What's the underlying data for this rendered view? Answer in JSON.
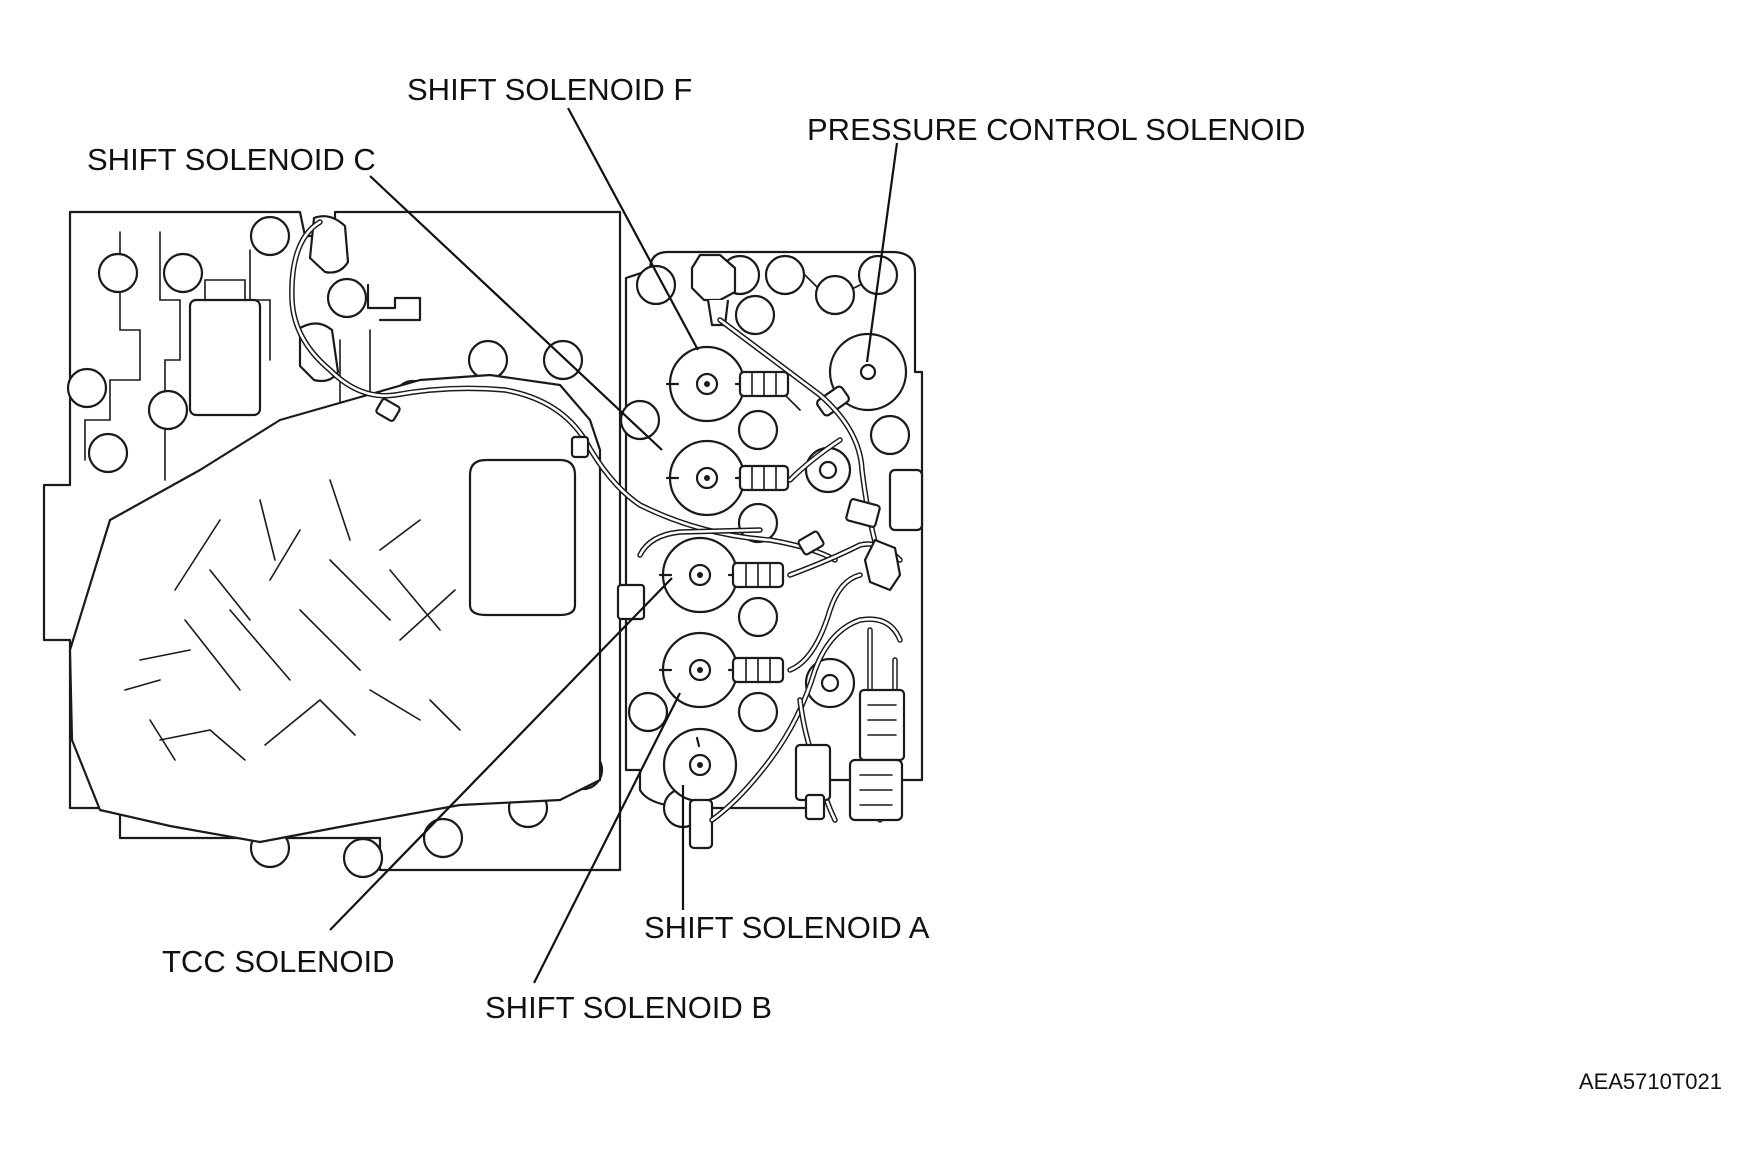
{
  "labels": {
    "shift_solenoid_f": "SHIFT SOLENOID F",
    "pressure_control_solenoid": "PRESSURE CONTROL SOLENOID",
    "shift_solenoid_c": "SHIFT SOLENOID C",
    "tcc_solenoid": "TCC SOLENOID",
    "shift_solenoid_a": "SHIFT SOLENOID A",
    "shift_solenoid_b": "SHIFT SOLENOID B"
  },
  "figure_code": "AEA5710T021"
}
